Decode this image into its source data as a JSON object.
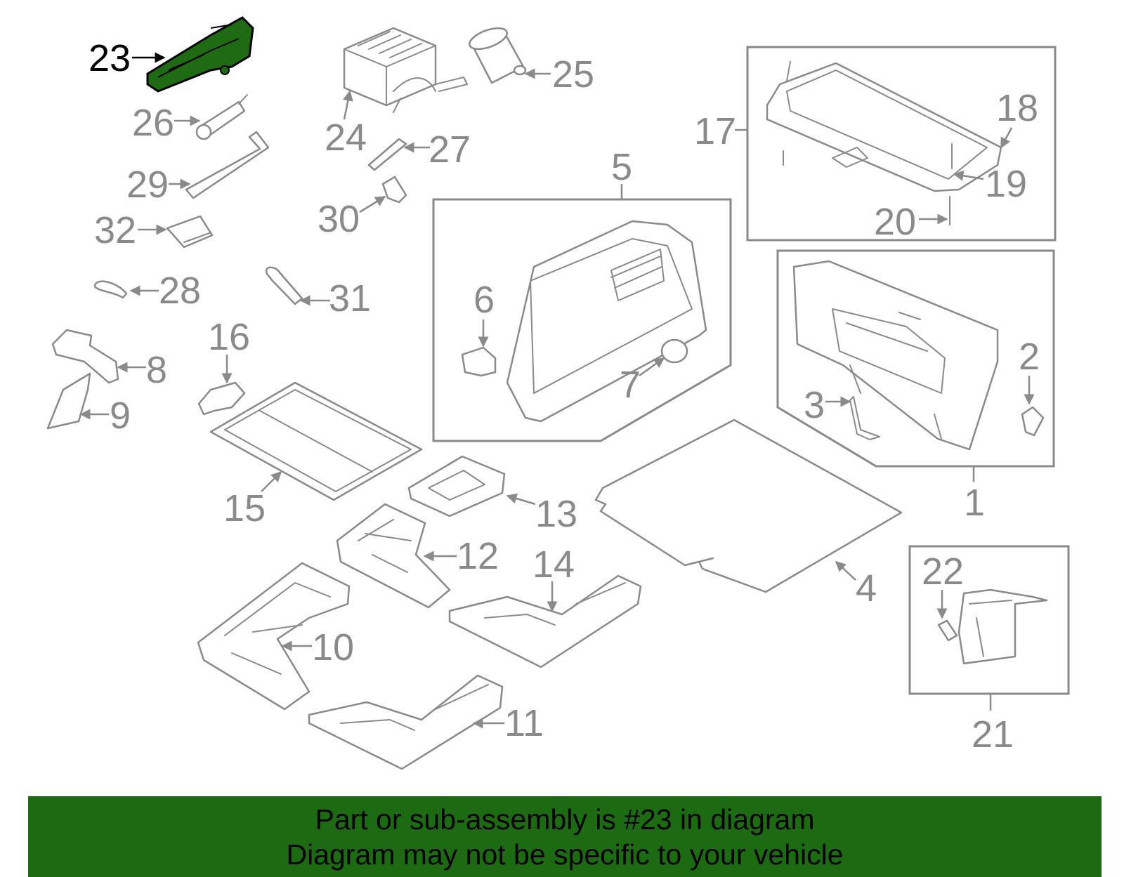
{
  "banner": {
    "line1": "Part or sub-assembly is #23 in diagram",
    "line2": "Diagram may not be specific to your vehicle",
    "color": "#1c6b12"
  },
  "highlight_color": "#1f6b14",
  "callouts": {
    "c1": "1",
    "c2": "2",
    "c3": "3",
    "c4": "4",
    "c5": "5",
    "c6": "6",
    "c7": "7",
    "c8": "8",
    "c9": "9",
    "c10": "10",
    "c11": "11",
    "c12": "12",
    "c13": "13",
    "c14": "14",
    "c15": "15",
    "c16": "16",
    "c17": "17",
    "c18": "18",
    "c19": "19",
    "c20": "20",
    "c21": "21",
    "c22": "22",
    "c23": "23",
    "c24": "24",
    "c25": "25",
    "c26": "26",
    "c27": "27",
    "c28": "28",
    "c29": "29",
    "c30": "30",
    "c31": "31",
    "c32": "32"
  },
  "highlighted_part": "23"
}
